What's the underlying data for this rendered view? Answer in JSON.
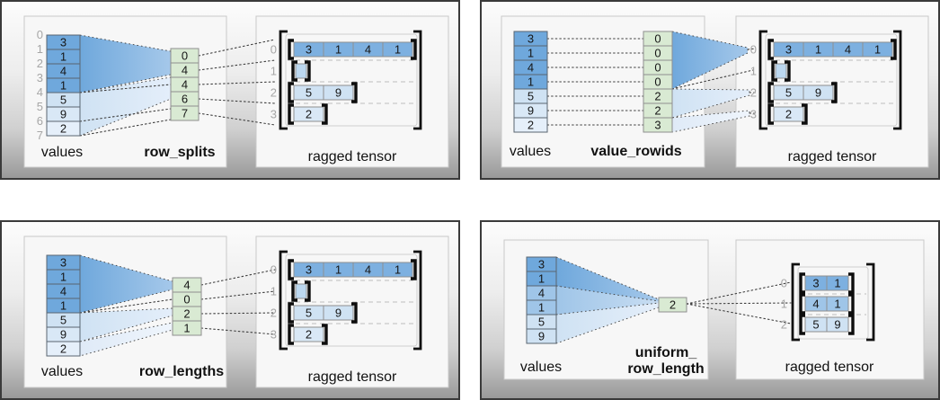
{
  "colors": {
    "blue_dark": "#6fa8dc",
    "blue_medium": "#9fc5e8",
    "blue_light": "#cfe2f3",
    "blue_lighter": "#d9e8f6",
    "blue_lightest": "#e5effa",
    "tensor_row0": "#7db0e0",
    "tensor_empty": "#bcd8f0",
    "green_cell": "#d9ead3"
  },
  "panels": [
    {
      "id": "row_splits",
      "values_label": "values",
      "spec_label": "row_splits",
      "tensor_label": "ragged tensor",
      "values": [
        3,
        1,
        4,
        1,
        5,
        9,
        2
      ],
      "value_indices": [
        0,
        1,
        2,
        3,
        4,
        5,
        6,
        7
      ],
      "spec_values": [
        0,
        4,
        4,
        6,
        7
      ],
      "row_indices": [
        0,
        1,
        2,
        3
      ],
      "rows": [
        [
          3,
          1,
          4,
          1
        ],
        [],
        [
          5,
          9
        ],
        [
          2
        ]
      ]
    },
    {
      "id": "value_rowids",
      "values_label": "values",
      "spec_label": "value_rowids",
      "tensor_label": "ragged tensor",
      "values": [
        3,
        1,
        4,
        1,
        5,
        9,
        2
      ],
      "spec_values": [
        0,
        0,
        0,
        0,
        2,
        2,
        3
      ],
      "row_indices": [
        0,
        1,
        2,
        3
      ],
      "rows": [
        [
          3,
          1,
          4,
          1
        ],
        [],
        [
          5,
          9
        ],
        [
          2
        ]
      ]
    },
    {
      "id": "row_lengths",
      "values_label": "values",
      "spec_label": "row_lengths",
      "tensor_label": "ragged tensor",
      "values": [
        3,
        1,
        4,
        1,
        5,
        9,
        2
      ],
      "spec_values": [
        4,
        0,
        2,
        1
      ],
      "row_indices": [
        0,
        1,
        2,
        3
      ],
      "rows": [
        [
          3,
          1,
          4,
          1
        ],
        [],
        [
          5,
          9
        ],
        [
          2
        ]
      ]
    },
    {
      "id": "uniform_row_length",
      "values_label": "values",
      "spec_label_lines": [
        "uniform_",
        "row_length"
      ],
      "tensor_label": "ragged tensor",
      "values": [
        3,
        1,
        4,
        1,
        5,
        9
      ],
      "spec_values": [
        2
      ],
      "row_indices": [
        0,
        1,
        2
      ],
      "rows": [
        [
          3,
          1
        ],
        [
          4,
          1
        ],
        [
          5,
          9
        ]
      ]
    }
  ]
}
